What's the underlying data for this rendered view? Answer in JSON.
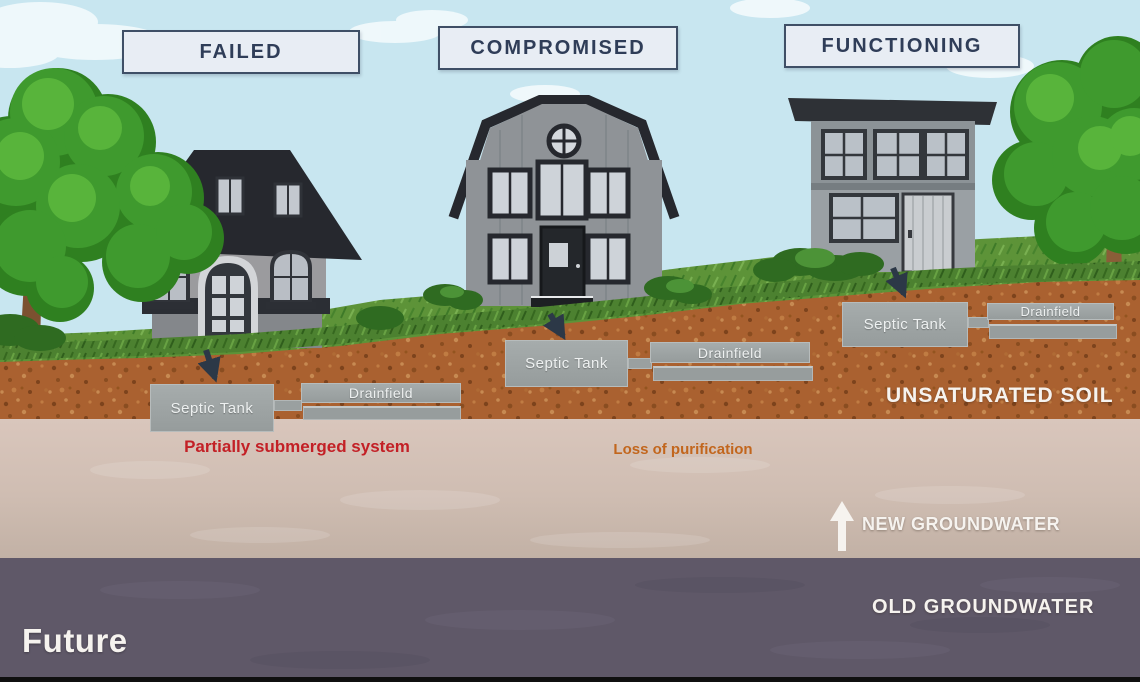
{
  "headers": [
    {
      "id": "failed",
      "label": "FAILED"
    },
    {
      "id": "compromised",
      "label": "COMPROMISED"
    },
    {
      "id": "functioning",
      "label": "FUNCTIONING"
    }
  ],
  "systems": [
    {
      "house": "failed",
      "tank_label": "Septic Tank",
      "drainfield_label": "Drainfield",
      "annotation": "Partially submerged system",
      "annotation_color": "#c32026"
    },
    {
      "house": "compromised",
      "tank_label": "Septic Tank",
      "drainfield_label": "Drainfield",
      "annotation": "Loss of purification",
      "annotation_color": "#c2661d"
    },
    {
      "house": "functioning",
      "tank_label": "Septic Tank",
      "drainfield_label": "Drainfield",
      "annotation": ""
    }
  ],
  "layer_labels": {
    "unsaturated_soil": "UNSATURATED SOIL",
    "new_groundwater": "NEW GROUNDWATER",
    "old_groundwater": "OLD GROUNDWATER"
  },
  "timeline": {
    "future_label": "Future"
  },
  "icons": {
    "new_groundwater_arrow": "up-arrow"
  },
  "colors": {
    "sky": "#c8e6f0",
    "grass": "#5d9338",
    "unsaturated_soil_band": "#aa6130",
    "new_groundwater_band": "#cdbcb1",
    "old_groundwater_band": "#5f5868",
    "annotation_failed": "#c32026",
    "annotation_compromised": "#c2661d",
    "header_border": "#3f4f66",
    "header_text": "#2f3d58",
    "box_gray": "#9aa0a0"
  }
}
